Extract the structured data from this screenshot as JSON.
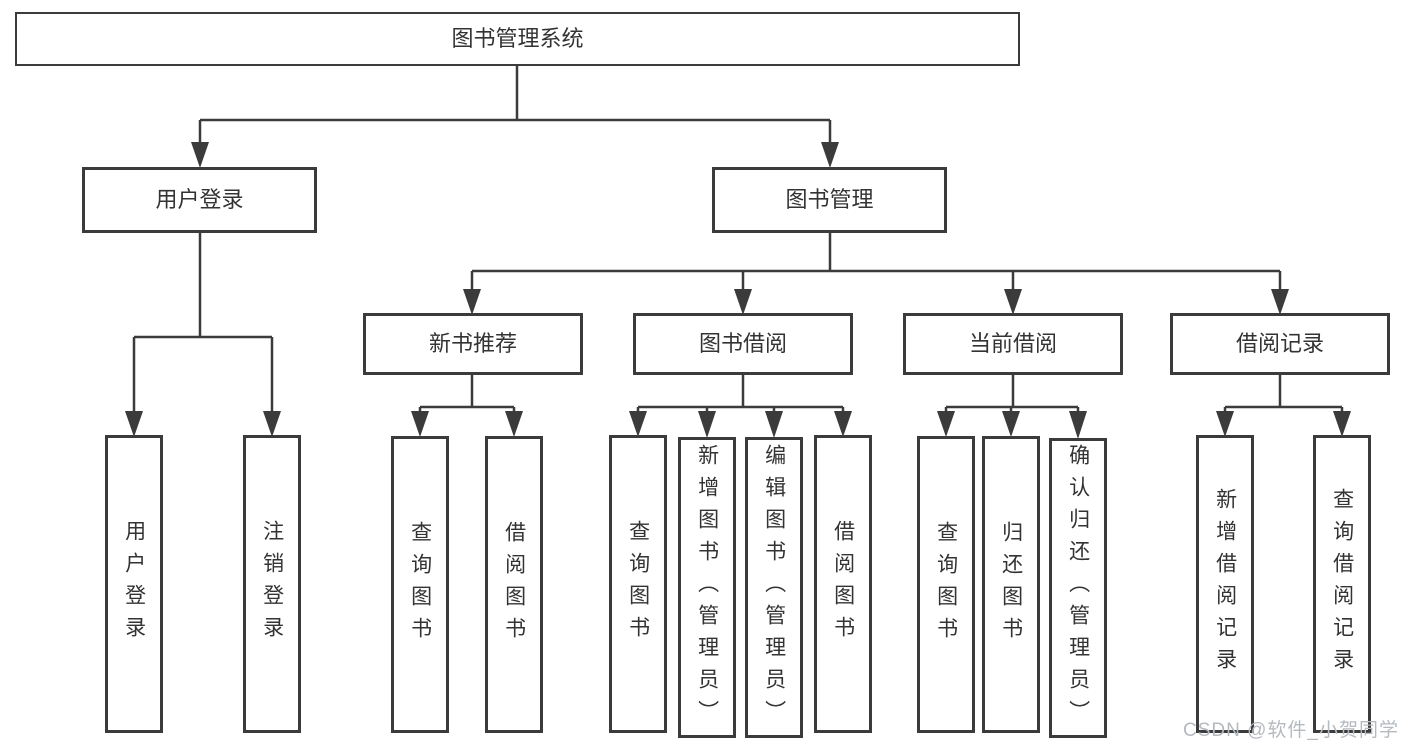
{
  "nodes": {
    "root": "图书管理系统",
    "user_login": "用户登录",
    "book_mgmt": "图书管理",
    "new_books": "新书推荐",
    "book_borrow": "图书借阅",
    "current_borrow": "当前借阅",
    "borrow_records": "借阅记录",
    "user_login_login": "用户登录",
    "user_login_logout": "注销登录",
    "new_books_query": "查询图书",
    "new_books_borrow": "借阅图书",
    "book_borrow_query": "查询图书",
    "book_borrow_add": "新增图书（管理员）",
    "book_borrow_edit": "编辑图书（管理员）",
    "book_borrow_borrow": "借阅图书",
    "current_borrow_query": "查询图书",
    "current_borrow_return": "归还图书",
    "current_borrow_confirm": "确认归还（管理员）",
    "borrow_records_add": "新增借阅记录",
    "borrow_records_query": "查询借阅记录"
  },
  "watermark": "CSDN @软件_小贺同学",
  "colors": {
    "line": "#3b3b3b",
    "text": "#333333",
    "watermark": "#b4bac0",
    "background": "#ffffff"
  }
}
